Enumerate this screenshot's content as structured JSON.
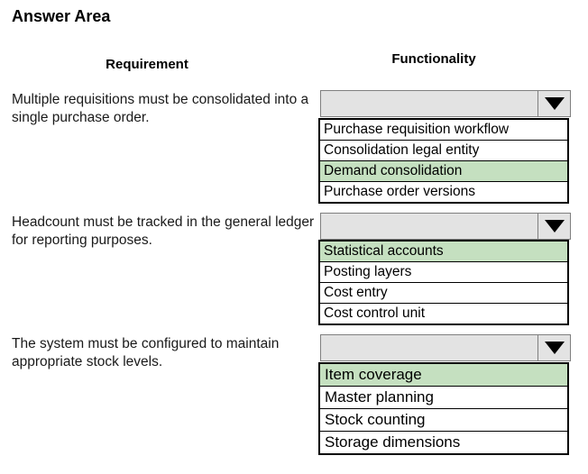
{
  "title": "Answer Area",
  "columns": {
    "requirement": "Requirement",
    "functionality": "Functionality"
  },
  "colors": {
    "highlight_green": "#c5e0c0",
    "select_fill": "#e3e3e3",
    "select_border": "#7f7f7f",
    "list_border": "#000000",
    "text": "#000000"
  },
  "icons": {
    "dropdown_arrow": "filled-down-triangle"
  },
  "rows": [
    {
      "requirement": "Multiple requisitions must be consolidated into a single purchase order.",
      "selected_value": "",
      "selected_index": 2,
      "options": [
        "Purchase requisition workflow",
        "Consolidation legal entity",
        "Demand consolidation",
        "Purchase order versions"
      ]
    },
    {
      "requirement": "Headcount must be tracked in the general ledger for reporting purposes.",
      "selected_value": "",
      "selected_index": 0,
      "options": [
        "Statistical accounts",
        "Posting layers",
        "Cost entry",
        "Cost control unit"
      ]
    },
    {
      "requirement": "The system must be configured to maintain appropriate stock levels.",
      "selected_value": "",
      "selected_index": 0,
      "options": [
        "Item coverage",
        "Master planning",
        "Stock counting",
        "Storage dimensions"
      ]
    }
  ]
}
